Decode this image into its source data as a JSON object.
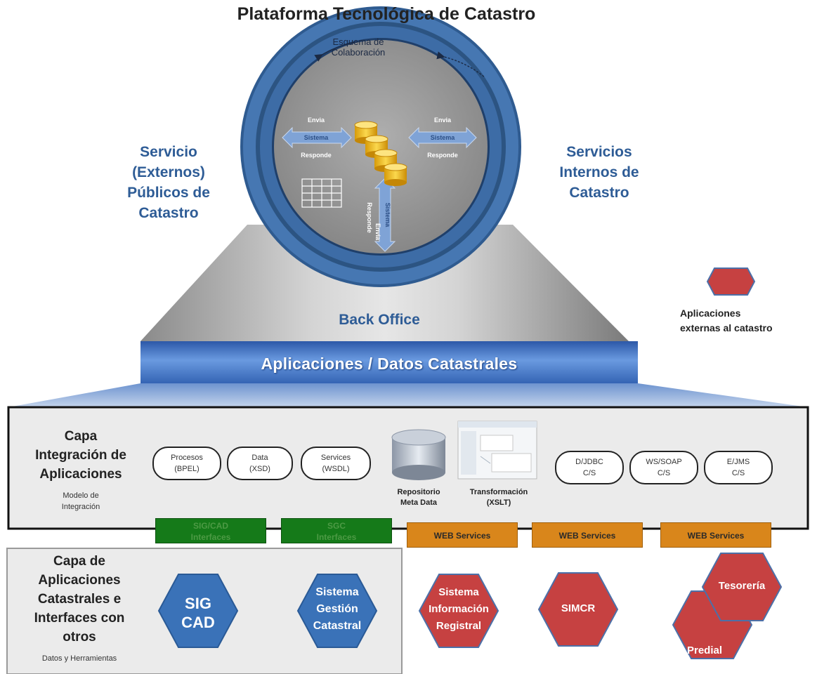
{
  "title": "Plataforma Tecnológica de Catastro",
  "circle": {
    "collab_line1": "Esquema de",
    "collab_line2": "Colaboración",
    "left_arrow": {
      "top": "Envia",
      "middle": "Sistema",
      "bottom": "Responde"
    },
    "right_arrow": {
      "top": "Envia",
      "middle": "Sistema",
      "bottom": "Responde"
    },
    "vertical_arrow": {
      "top": "Envia",
      "middle": "Sistema",
      "bottom": "Responde"
    }
  },
  "left_service": [
    "Servicio",
    "(Externos)",
    "Públicos de",
    "Catastro"
  ],
  "right_service": [
    "Servicios",
    "Internos de",
    "Catastro"
  ],
  "back_office": "Back Office",
  "band_label": "Aplicaciones / Datos Catastrales",
  "legend": {
    "line1": "Aplicaciones",
    "line2": "externas al catastro"
  },
  "integration_layer": {
    "title_lines": [
      "Capa",
      "Integración de",
      "Aplicaciones"
    ],
    "subtitle_lines": [
      "Modelo de",
      "Integración"
    ],
    "pills": [
      {
        "line1": "Procesos",
        "line2": "(BPEL)"
      },
      {
        "line1": "Data",
        "line2": "(XSD)"
      },
      {
        "line1": "Services",
        "line2": "(WSDL)"
      },
      {
        "line1": "D/JDBC",
        "line2": "C/S"
      },
      {
        "line1": "WS/SOAP",
        "line2": "C/S"
      },
      {
        "line1": "E/JMS",
        "line2": "C/S"
      }
    ],
    "repo_line1": "Repositorio",
    "repo_line2": "Meta Data",
    "transform_line1": "Transformación",
    "transform_line2": "(XSLT)"
  },
  "interfaces": [
    {
      "line1": "SIG/CAD",
      "line2": "Interfaces",
      "kind": "green"
    },
    {
      "line1": "SGC",
      "line2": "Interfaces",
      "kind": "green"
    },
    {
      "line1": "WEB Services",
      "line2": "",
      "kind": "orange"
    },
    {
      "line1": "WEB Services",
      "line2": "",
      "kind": "orange"
    },
    {
      "line1": "WEB Services",
      "line2": "",
      "kind": "orange"
    }
  ],
  "apps_layer": {
    "title_lines": [
      "Capa de",
      "Aplicaciones",
      "Catastrales e",
      "Interfaces  con",
      "otros"
    ],
    "subtitle": "Datos y Herramientas"
  },
  "hexagons": [
    {
      "lines": [
        "SIG",
        "CAD"
      ],
      "color": "#3a72b8"
    },
    {
      "lines": [
        "Sistema",
        "Gestión",
        "Catastral"
      ],
      "color": "#3a72b8"
    },
    {
      "lines": [
        "Sistema",
        "Información",
        "Registral"
      ],
      "color": "#c64141"
    },
    {
      "lines": [
        "SIMCR"
      ],
      "color": "#c64141"
    },
    {
      "lines": [
        "Tesorería"
      ],
      "color": "#c64141"
    },
    {
      "lines": [
        "Predial"
      ],
      "color": "#c64141"
    }
  ],
  "colors": {
    "ring_blue": "#3f6fa8",
    "band_blue": "#3d72c4",
    "internal_hex": "#3a72b8",
    "external_hex": "#c64141",
    "interface_green": "#157a19",
    "interface_orange": "#d9861b"
  }
}
